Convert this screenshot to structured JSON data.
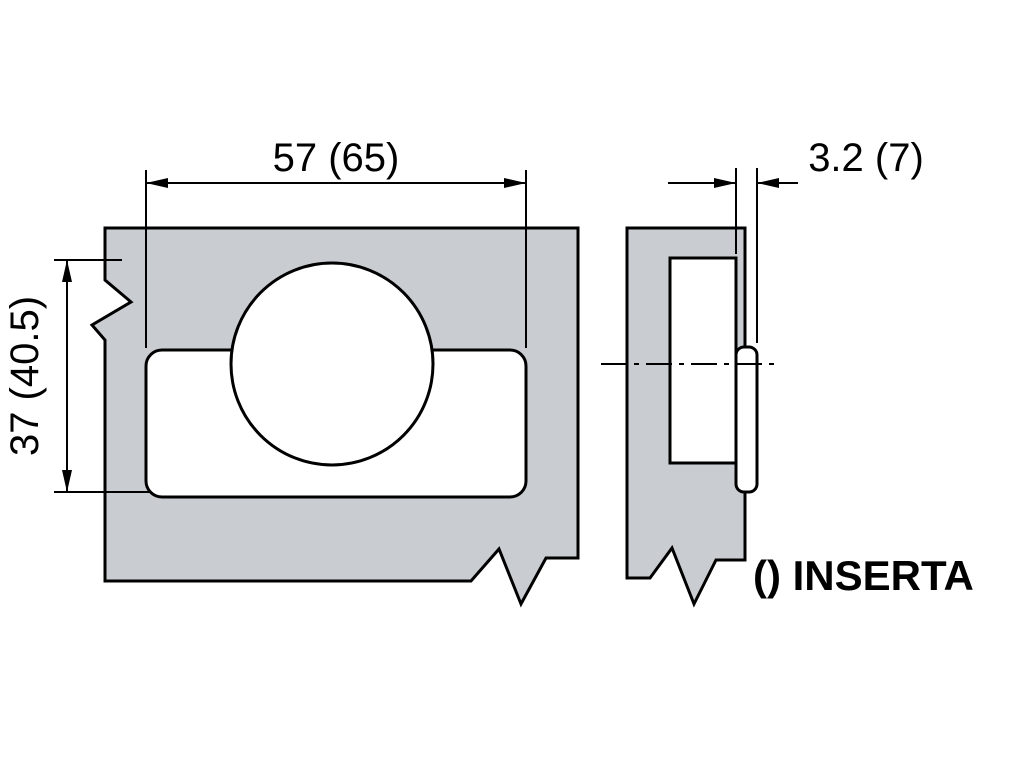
{
  "diagram": {
    "front_view": {
      "width_dim": "57 (65)",
      "height_dim": "37 (40.5)"
    },
    "side_view": {
      "depth_dim": "3.2 (7)"
    },
    "note": "() INSERTA"
  },
  "colors": {
    "panel_fill": "#c9cdd1",
    "line": "#000000",
    "background": "#ffffff"
  }
}
